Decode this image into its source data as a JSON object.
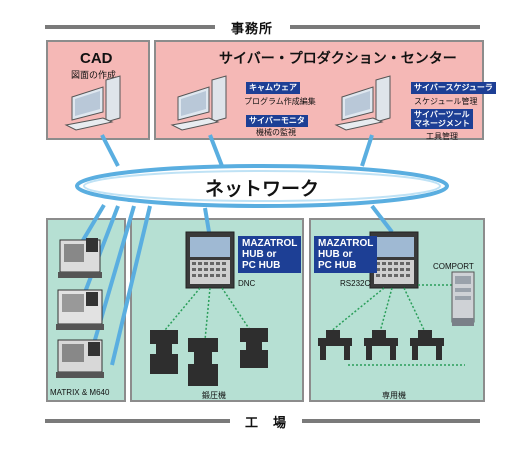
{
  "office_label": "事務所",
  "factory_label": "工　場",
  "cad": {
    "title": "CAD",
    "subtitle": "図面の作成"
  },
  "cyber_center": {
    "title": "サイバー・プロダクション・センター",
    "modules": [
      {
        "name": "キャムウェア",
        "desc": "プログラム作成編集"
      },
      {
        "name": "サイバーモニタ",
        "desc": "機械の監視"
      },
      {
        "name": "サイバースケジューラ",
        "desc": "スケジュール管理"
      },
      {
        "name_lines": [
          "サイバーツール",
          "マネージメント"
        ],
        "desc": "工具管理"
      }
    ]
  },
  "network_label": "ネットワーク",
  "matrix_area": {
    "caption": "MATRIX & M640"
  },
  "dnc_area": {
    "hub_lines": [
      "MAZATROL",
      "HUB or",
      "PC HUB"
    ],
    "link_label": "DNC",
    "caption": "鍛圧機"
  },
  "special_area": {
    "hub_lines": [
      "MAZATROL",
      "HUB or",
      "PC HUB"
    ],
    "link_label": "RS232C",
    "comport_label": "COMPORT",
    "caption": "専用機"
  },
  "colors": {
    "office_fill": "#f5b8b6",
    "factory_fill": "#b6e0d3",
    "label_blue": "#1d3f95",
    "connector": "#2a9e5a",
    "network_ring": "#5aaee0"
  }
}
